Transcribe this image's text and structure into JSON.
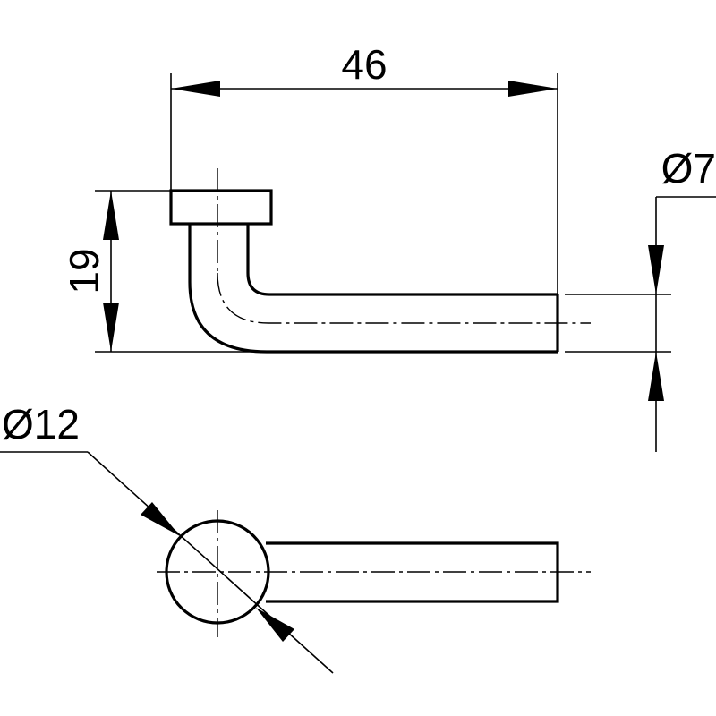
{
  "dimensions": {
    "length": "46",
    "height": "19",
    "bar_diameter": "Ø7",
    "rose_diameter": "Ø12"
  },
  "colors": {
    "line": "#000000",
    "background": "#ffffff"
  }
}
